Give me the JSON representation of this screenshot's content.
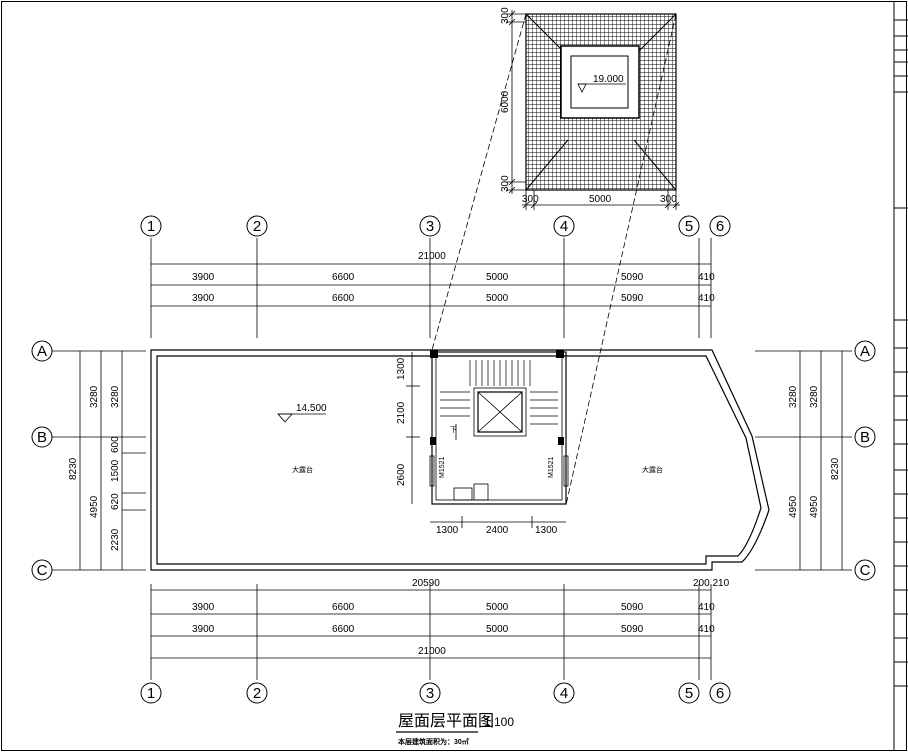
{
  "drawing": {
    "title": "屋面层平面图",
    "scale": "1:100",
    "area_note": "本层建筑面积为：30㎡"
  },
  "grid": {
    "cols": [
      "1",
      "2",
      "3",
      "4",
      "5",
      "6"
    ],
    "rows": [
      "A",
      "B",
      "C"
    ]
  },
  "dims": {
    "top_total": "21000",
    "top_segments": [
      "3900",
      "6600",
      "5000",
      "5090",
      "410"
    ],
    "bottom_overall": "20590",
    "bottom_extra": "200 210",
    "bottom_segments": [
      "3900",
      "6600",
      "5000",
      "5090",
      "410"
    ],
    "bottom_total": "21000",
    "left_outer": "8230",
    "left_mid": [
      "3280",
      "4950"
    ],
    "left_inner": [
      "3280",
      "600",
      "1500",
      "620",
      "2230"
    ],
    "right_inner": [
      "3280",
      "4950"
    ],
    "right_outer": "8230",
    "stair_vertical": [
      "1300",
      "2100",
      "2600"
    ],
    "stair_horizontal": [
      "1300",
      "2400",
      "1300"
    ],
    "inset_vertical": [
      "300",
      "6000",
      "300"
    ],
    "inset_horizontal": [
      "300",
      "5000",
      "300"
    ]
  },
  "levels": {
    "roof": "14.500",
    "top": "19.000"
  },
  "labels": {
    "terrace_left": "大露台",
    "terrace_right": "大露台",
    "door_left": "M1521",
    "door_right": "M1521",
    "stair_down": "下"
  }
}
